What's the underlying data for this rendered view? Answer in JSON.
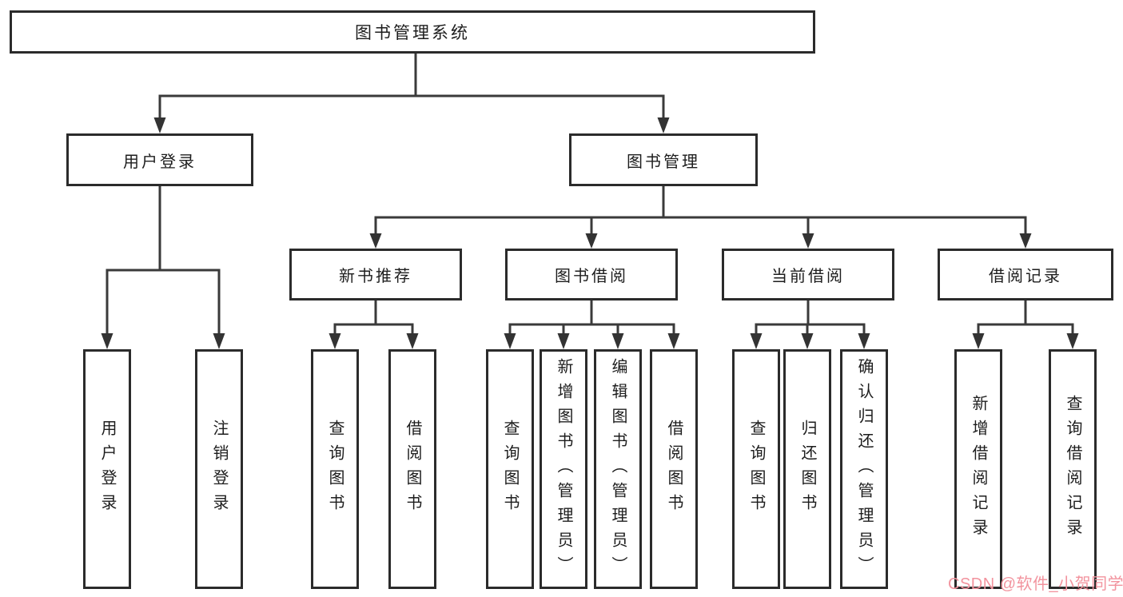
{
  "diagram": {
    "root": {
      "label": "图书管理系统"
    },
    "branches": [
      {
        "label": "用户登录",
        "children": [
          {
            "label": "用户登录"
          },
          {
            "label": "注销登录"
          }
        ]
      },
      {
        "label": "图书管理",
        "children": [
          {
            "label": "新书推荐",
            "children": [
              {
                "label": "查询图书"
              },
              {
                "label": "借阅图书"
              }
            ]
          },
          {
            "label": "图书借阅",
            "children": [
              {
                "label": "查询图书"
              },
              {
                "label": "新增图书（管理员）"
              },
              {
                "label": "编辑图书（管理员）"
              },
              {
                "label": "借阅图书"
              }
            ]
          },
          {
            "label": "当前借阅",
            "children": [
              {
                "label": "查询图书"
              },
              {
                "label": "归还图书"
              },
              {
                "label": "确认归还（管理员）"
              }
            ]
          },
          {
            "label": "借阅记录",
            "children": [
              {
                "label": "新增借阅记录"
              },
              {
                "label": "查询借阅记录"
              }
            ]
          }
        ]
      }
    ]
  },
  "watermark": {
    "text": "CSDN @软件_小贺同学",
    "color": "#f2939e"
  },
  "colors": {
    "background": "#ffffff",
    "line": "#3a3a3a",
    "box_border": "#2b2b2b",
    "text": "#1d1d1d"
  }
}
